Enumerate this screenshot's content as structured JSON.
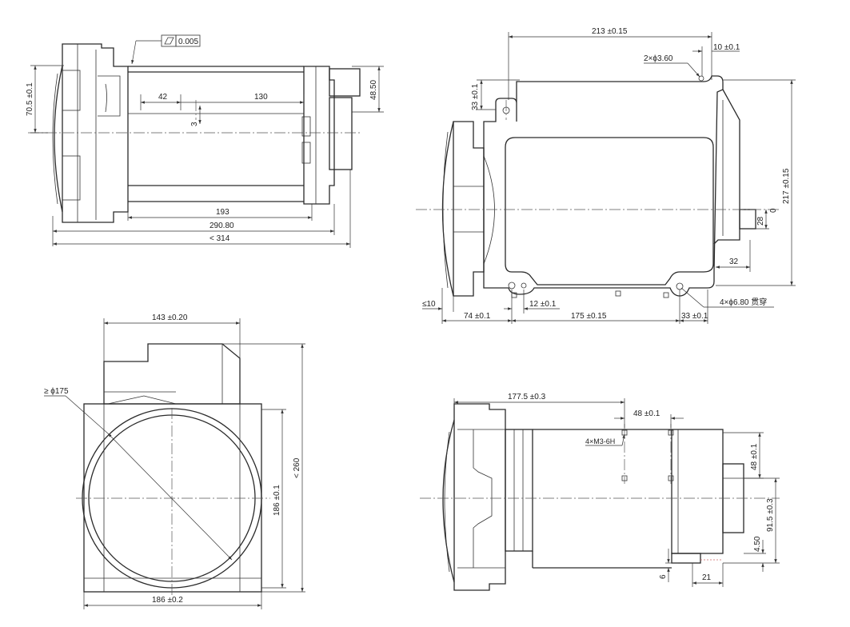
{
  "views": {
    "side_top": {
      "flatness_tolerance": "0.005",
      "dims": {
        "d_70_5": "70.5 ±0.1",
        "d_48_50": "48.50",
        "d_42": "42",
        "d_130": "130",
        "d_3": "3",
        "d_193": "193",
        "d_290_80": "290.80",
        "d_314": "< 314"
      }
    },
    "side_right": {
      "dims": {
        "d_213": "213 ±0.15",
        "d_10": "10 ±0.1",
        "d_2x_hole": "2×ϕ3.60",
        "d_33": "33 ±0.1",
        "d_217": "217 ±0.15",
        "d_0": "0",
        "d_28": "28",
        "d_32": "32",
        "d_le10": "≤10",
        "d_12": "12 ±0.1",
        "d_74": "74 ±0.1",
        "d_175": "175 ±0.15",
        "d_33b": "33 ±0.1",
        "d_4x_hole": "4×ϕ6.80 贯穿"
      }
    },
    "front": {
      "dims": {
        "d_143": "143 ±0.20",
        "d_175_dia": "≥ ϕ175",
        "d_260": "< 260",
        "d_186v": "186 ±0.1",
        "d_186h": "186 ±0.2"
      }
    },
    "bottom_right": {
      "dims": {
        "d_177_5": "177.5 ±0.3",
        "d_48b": "48 ±0.1",
        "d_m3": "4×M3-6H",
        "d_48v": "48 ±0.1",
        "d_91_5": "91.5 ±0.3",
        "d_4_50": "4.50",
        "d_6": "6",
        "d_21": "21"
      }
    }
  }
}
